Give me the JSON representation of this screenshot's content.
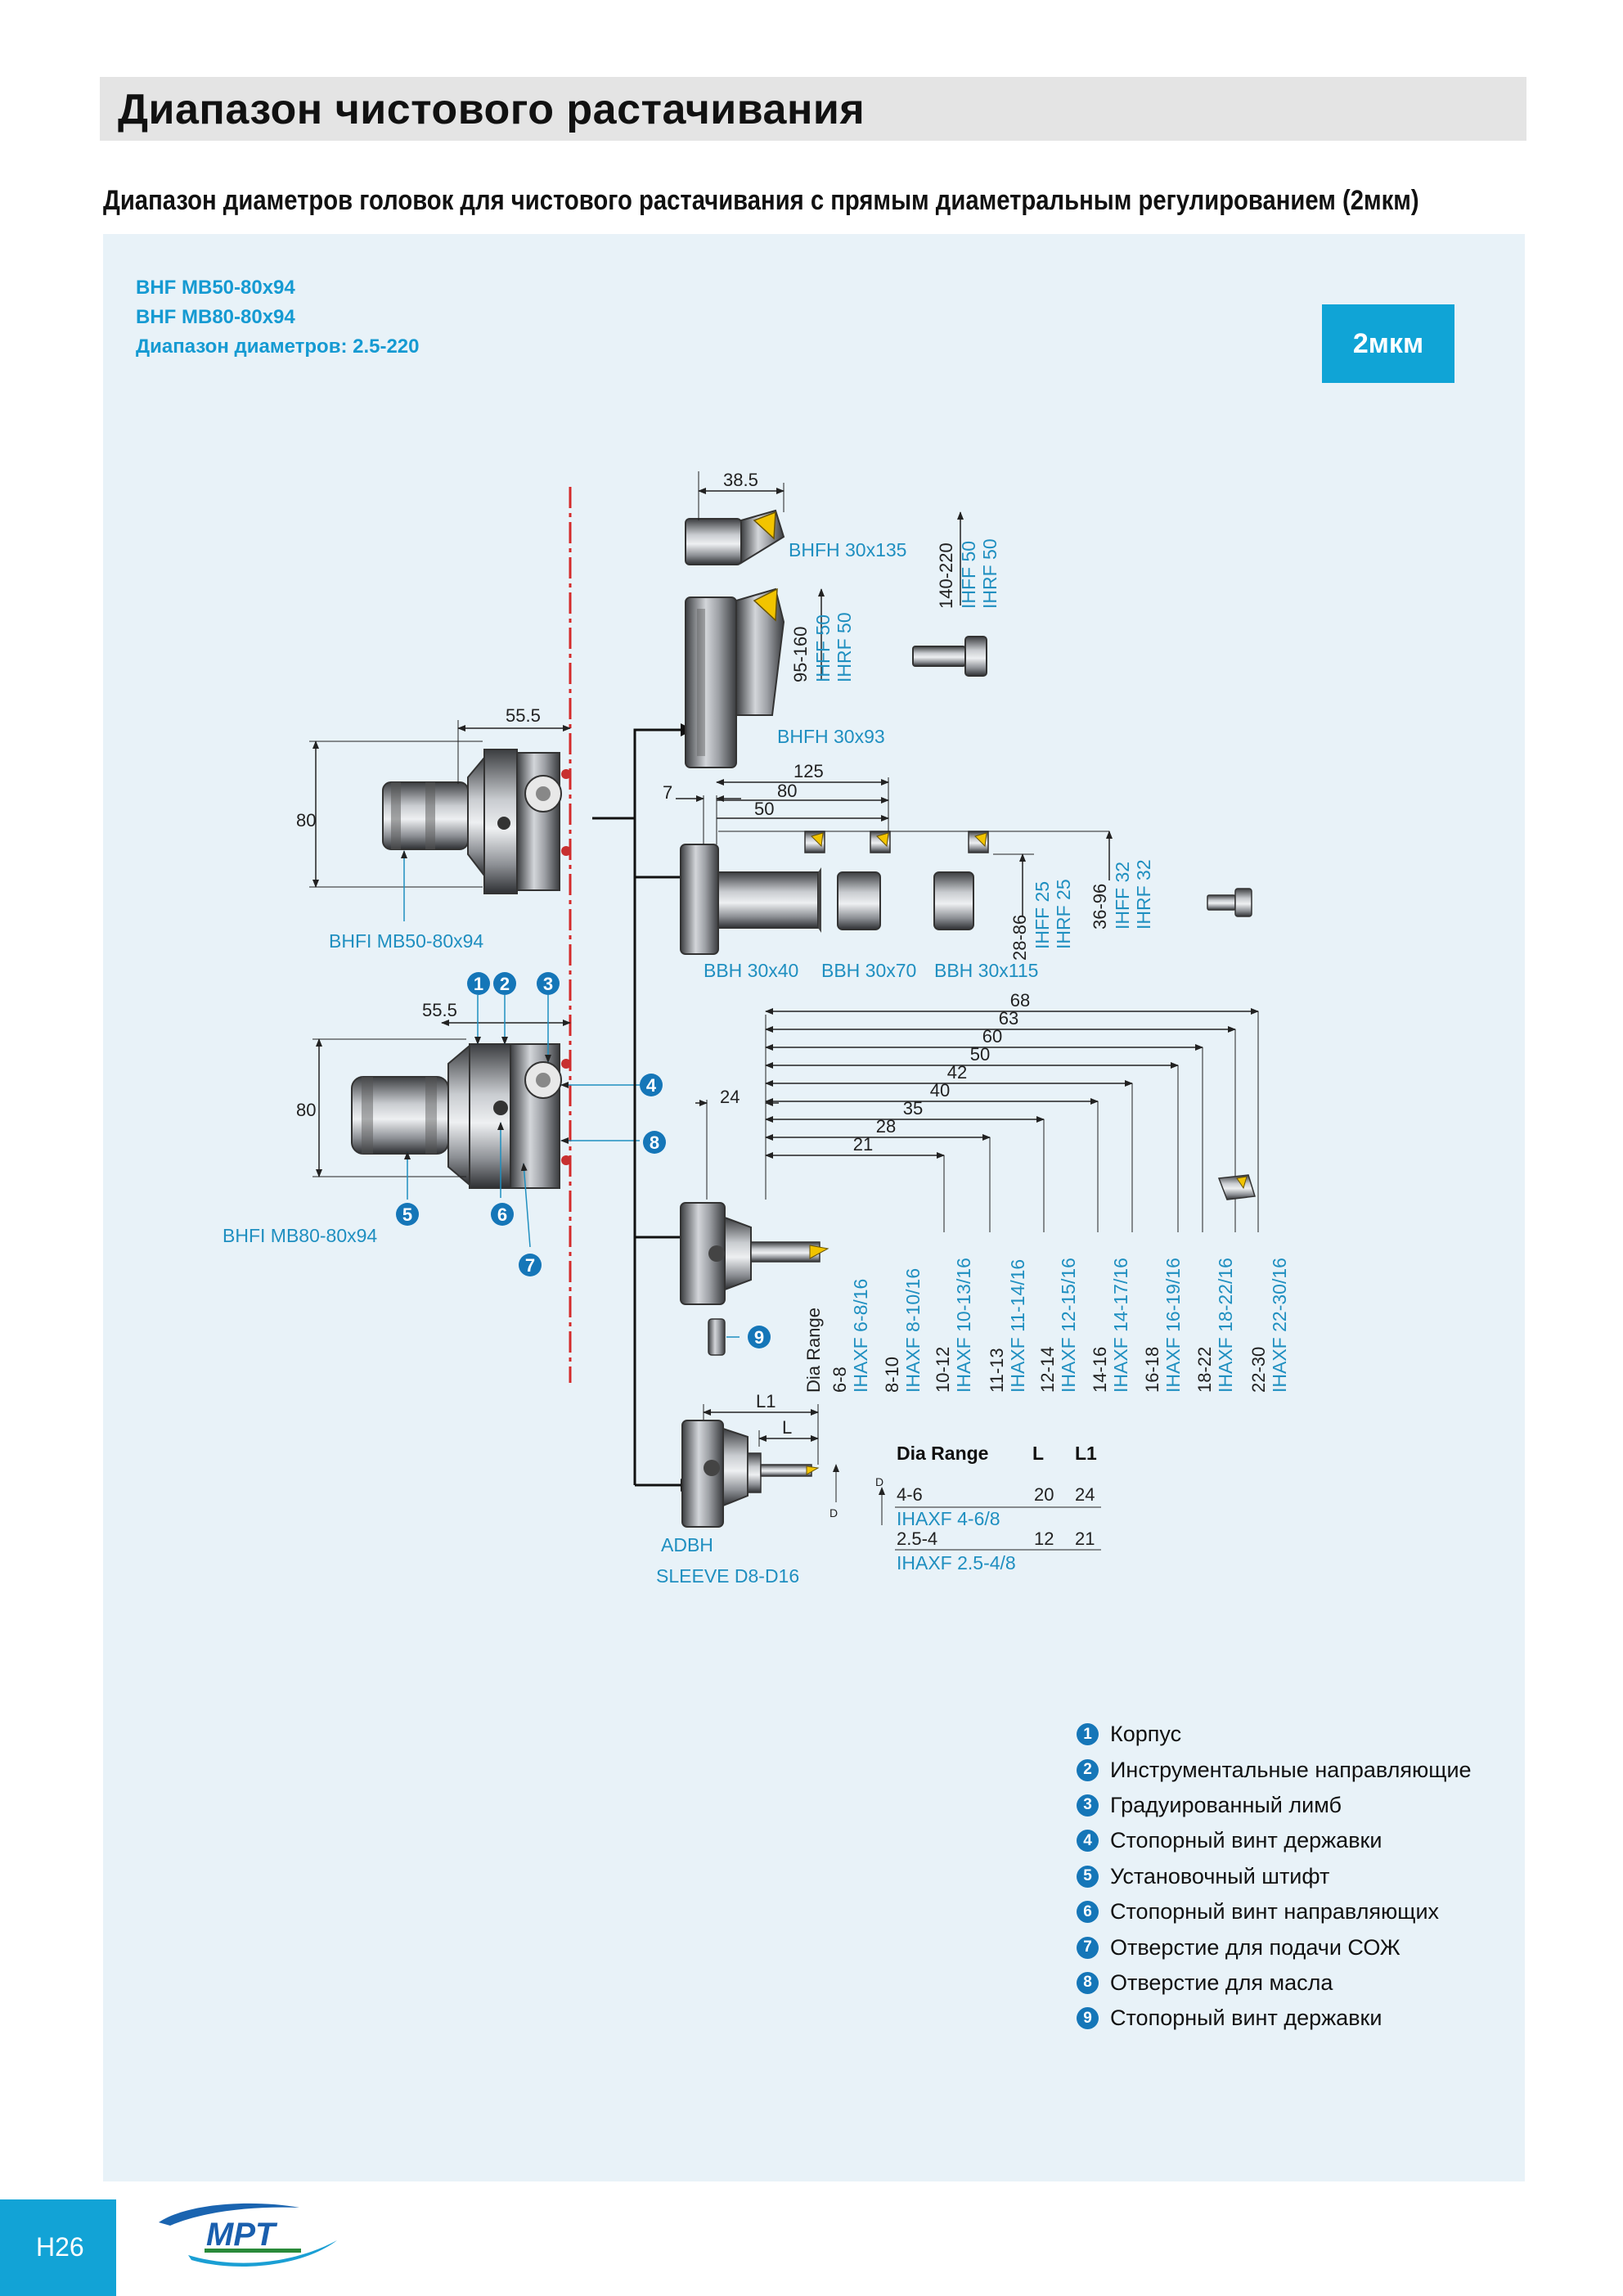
{
  "page_title": "Диапазон чистового растачивания",
  "subtitle": "Диапазон диаметров головок для чистового растачивания с прямым диаметральным регулированием (2мкм)",
  "series": {
    "line1": "BHF MB50-80x94",
    "line2": "BHF MB80-80x94",
    "line3": "Диапазон диаметров: 2.5-220"
  },
  "badge": "2мкм",
  "colors": {
    "accent": "#12a3d6",
    "label_blue": "#1f8fc0",
    "panel": "#e8f2f8",
    "axis_red": "#d42a2a",
    "callout": "#1576b8"
  },
  "diagram": {
    "heads": {
      "h1_name": "BHFI MB50-80x94",
      "h1_dim_len": "55.5",
      "h1_dim_h": "80",
      "h2_name": "BHFI MB80-80x94",
      "h2_dim_len": "55.5",
      "h2_dim_h": "80"
    },
    "bhfh": {
      "d385": "38.5",
      "name1": "BHFH 30x135",
      "name2": "BHFH 30x93",
      "r1_range": "140-220",
      "r1_ins1": "IHFF 50",
      "r1_ins2": "IHRF 50",
      "r2_range": "95-160",
      "r2_ins1": "IHFF 50",
      "r2_ins2": "IHRF 50"
    },
    "bbh": {
      "d7": "7",
      "d125": "125",
      "d80": "80",
      "d50": "50",
      "name1": "BBH 30x40",
      "name2": "BBH 30x70",
      "name3": "BBH 30x115",
      "r1_range": "28-86",
      "r1_ins1": "IHFF 25",
      "r1_ins2": "IHRF 25",
      "r2_range": "36-96",
      "r2_ins1": "IHFF 32",
      "r2_ins2": "IHRF 32"
    },
    "ihaxf": {
      "d24": "24",
      "dims": [
        "68",
        "63",
        "60",
        "50",
        "42",
        "40",
        "35",
        "28",
        "21"
      ],
      "dia_range_label": "Dia Range",
      "ranges": [
        "6-8",
        "8-10",
        "10-12",
        "11-13",
        "12-14",
        "14-16",
        "16-18",
        "18-22",
        "22-30"
      ],
      "inserts": [
        "IHAXF 6-8/16",
        "IHAXF 8-10/16",
        "IHAXF 10-13/16",
        "IHAXF 11-14/16",
        "IHAXF 12-15/16",
        "IHAXF 14-17/16",
        "IHAXF 16-19/16",
        "IHAXF 18-22/16",
        "IHAXF 22-30/16"
      ]
    },
    "adbh": {
      "l1": "L1",
      "l": "L",
      "d": "D",
      "name": "ADBH",
      "sleeve": "SLEEVE D8-D16",
      "table_headers": [
        "Dia Range",
        "L",
        "L1"
      ],
      "rows": [
        {
          "range": "4-6",
          "l": "20",
          "l1": "24",
          "insert": "IHAXF 4-6/8"
        },
        {
          "range": "2.5-4",
          "l": "12",
          "l1": "21",
          "insert": "IHAXF 2.5-4/8"
        }
      ]
    },
    "callouts": [
      "1",
      "2",
      "3",
      "4",
      "5",
      "6",
      "7",
      "8",
      "9"
    ]
  },
  "legend": [
    {
      "num": "1",
      "text": "Корпус"
    },
    {
      "num": "2",
      "text": "Инструментальные направляющие"
    },
    {
      "num": "3",
      "text": "Градуированный лимб"
    },
    {
      "num": "4",
      "text": "Стопорный винт державки"
    },
    {
      "num": "5",
      "text": "Установочный штифт"
    },
    {
      "num": "6",
      "text": "Стопорный винт направляющих"
    },
    {
      "num": "7",
      "text": "Отверстие для подачи СОЖ"
    },
    {
      "num": "8",
      "text": "Отверстие для масла"
    },
    {
      "num": "9",
      "text": "Стопорный винт державки"
    }
  ],
  "footer": {
    "page_number": "H26",
    "logo_text": "MPT"
  }
}
